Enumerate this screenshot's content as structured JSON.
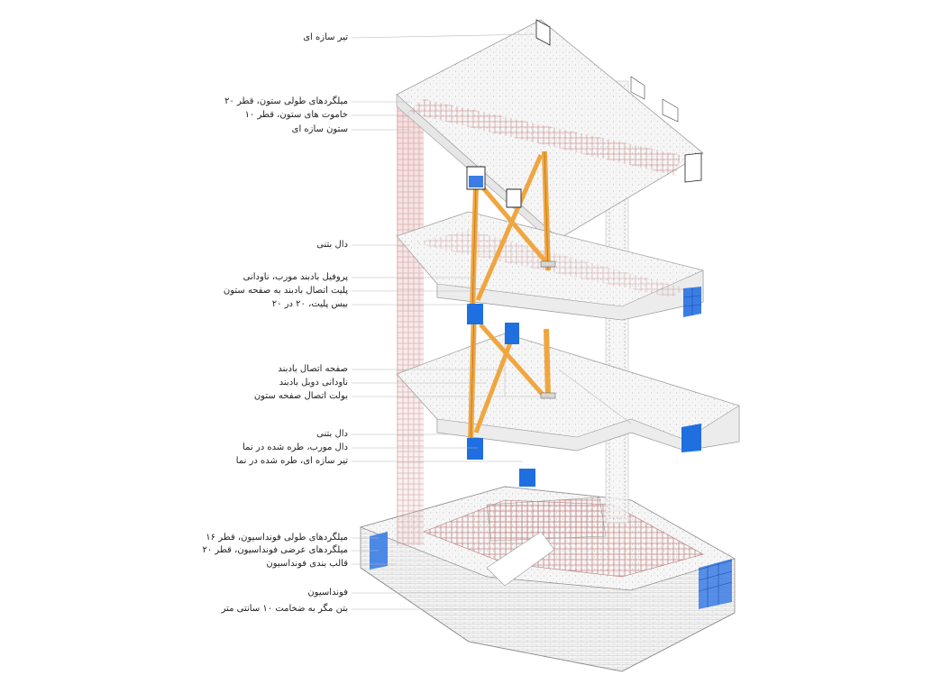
{
  "labels": [
    {
      "id": "l1",
      "text": "تیر سازه ای"
    },
    {
      "id": "l2",
      "text": "میلگردهای طولی ستون، قطر ۲۰"
    },
    {
      "id": "l3",
      "text": "خاموت های ستون، قطر ۱۰"
    },
    {
      "id": "l4",
      "text": "ستون سازه ای"
    },
    {
      "id": "l5",
      "text": "دال بتنی"
    },
    {
      "id": "l6",
      "text": "پروفیل بادبند مورب، ناودانی"
    },
    {
      "id": "l7",
      "text": "پلیت اتصال بادبند به صفحه ستون"
    },
    {
      "id": "l8",
      "text": "بیس پلیت، ۲۰ در ۲۰"
    },
    {
      "id": "l9",
      "text": "صفحه اتصال بادبند"
    },
    {
      "id": "l10",
      "text": "ناودانی دوبل بادبند"
    },
    {
      "id": "l11",
      "text": "بولت اتصال صفحه ستون"
    },
    {
      "id": "l12",
      "text": "دال بتنی"
    },
    {
      "id": "l13",
      "text": "دال مورب، طره شده در نما"
    },
    {
      "id": "l14",
      "text": "تیر سازه ای، طره شده در نما"
    },
    {
      "id": "l15",
      "text": "میلگردهای طولی فونداسیون، قطر ۱۶"
    },
    {
      "id": "l16",
      "text": "میلگردهای عرضی فونداسیون، قطر ۲۰"
    },
    {
      "id": "l17",
      "text": "قالب بندی فونداسیون"
    },
    {
      "id": "l18",
      "text": "فونداسیون"
    },
    {
      "id": "l19",
      "text": "بتن مگر به ضخامت ۱۰ سانتی متر"
    }
  ],
  "colors": {
    "rebar": "#c98a8a",
    "brace": "#f0a640",
    "plate": "#1f6fe0",
    "concrete": "#efefef",
    "line": "#9a9a9a"
  }
}
